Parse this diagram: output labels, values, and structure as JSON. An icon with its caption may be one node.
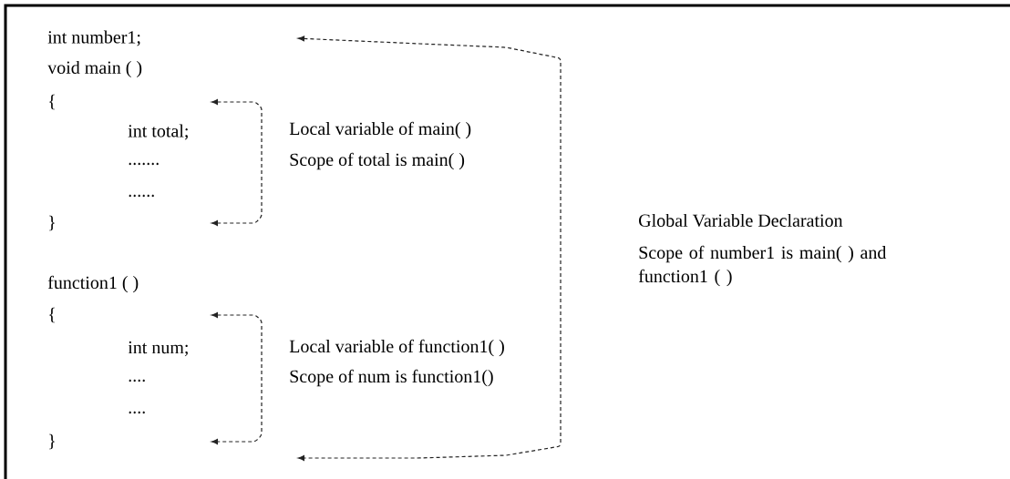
{
  "diagram": {
    "labels": [
      "int number1;",
      "void main ( )",
      "{",
      "int total;",
      ".......",
      "......",
      "}",
      "function1 ( )",
      "{",
      "int num;",
      "....",
      "....",
      "}",
      "Local variable of main( )",
      "Scope of total is main( )",
      "Local variable of function1( )",
      "Scope of num is function1()",
      "Global Variable Declaration",
      "Scope of number1 is main( ) and function1 ( )"
    ]
  }
}
